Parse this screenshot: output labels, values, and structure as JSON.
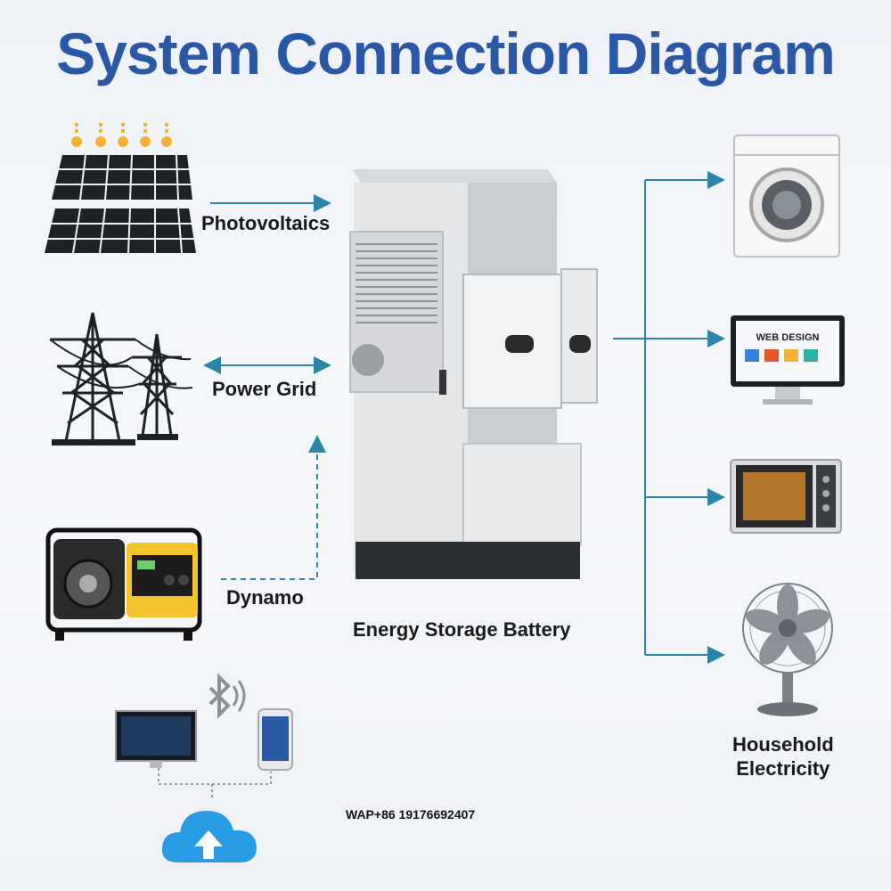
{
  "title": "System Connection Diagram",
  "sources": {
    "photovoltaics": "Photovoltaics",
    "power_grid": "Power Grid",
    "dynamo": "Dynamo"
  },
  "center_label": "Energy Storage Battery",
  "load_label": {
    "line1": "Household",
    "line2": "Electricity"
  },
  "monitor_screen_text": "WEB DESIGN",
  "contact": "WAP+86 19176692407",
  "colors": {
    "title": "#2b58a6",
    "connector": "#2a86a8",
    "cloud": "#2a9ce6",
    "panel": "#1d2226"
  }
}
